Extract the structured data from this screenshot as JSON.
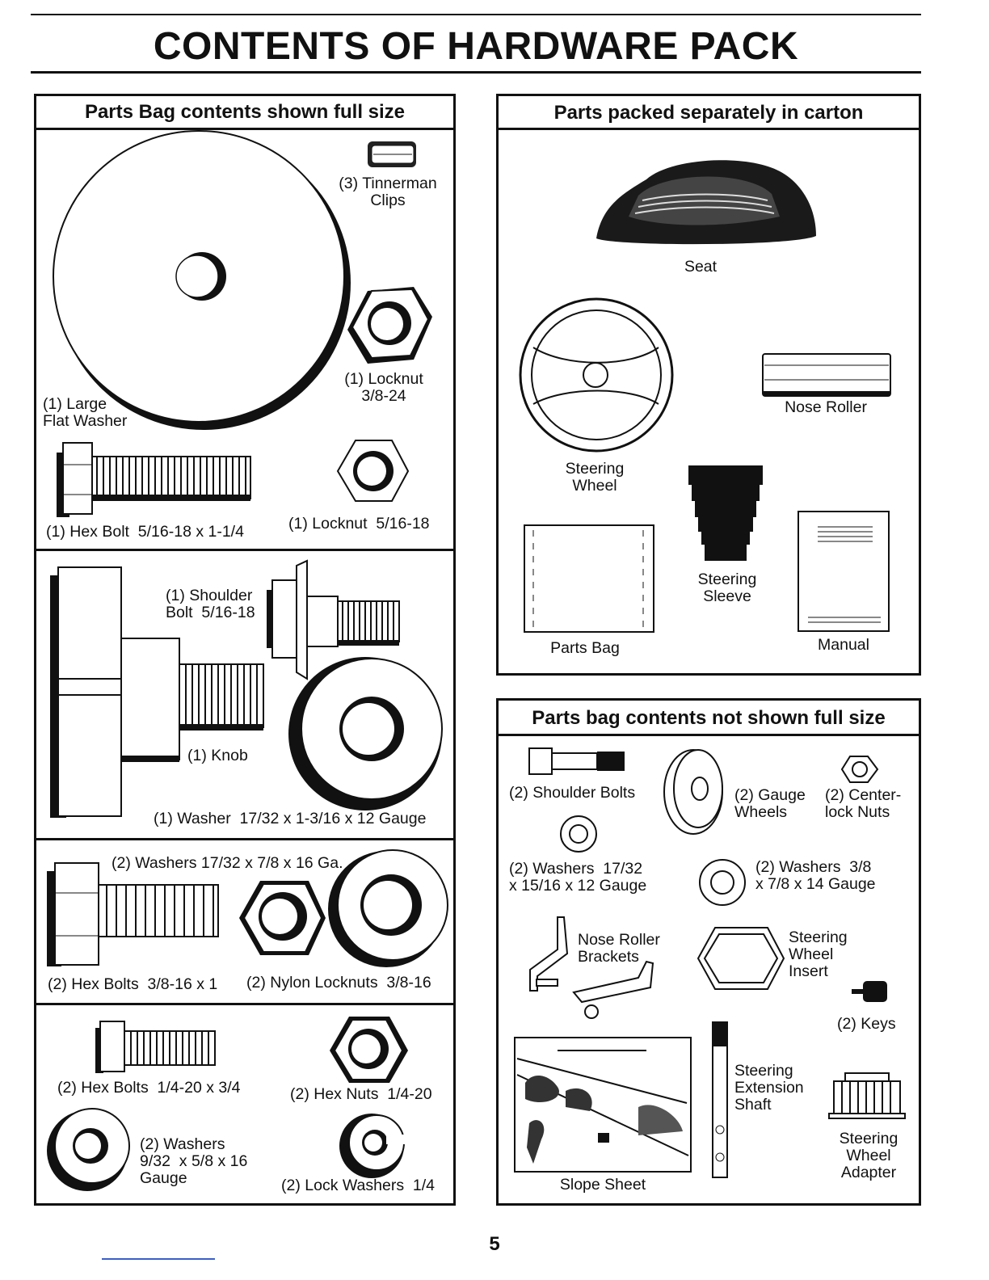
{
  "page_title": "CONTENTS OF HARDWARE PACK",
  "page_number": "5",
  "left_panel": {
    "header": "Parts Bag contents shown full size",
    "items": {
      "tinnerman": "(3) Tinnerman\nClips",
      "large_washer": "(1) Large\nFlat Washer",
      "locknut_38": "(1) Locknut\n3/8-24",
      "hex_bolt_516": "(1) Hex Bolt  5/16-18 x 1-1/4",
      "locknut_516": "(1) Locknut  5/16-18",
      "shoulder_bolt": "(1) Shoulder\nBolt  5/16-18",
      "knob": "(1) Knob",
      "washer_1732": "(1) Washer  17/32 x 1-3/16 x 12 Gauge",
      "washers_1732_78": "(2) Washers 17/32 x 7/8 x 16 Ga.",
      "hex_bolts_38": "(2) Hex Bolts  3/8-16 x 1",
      "nylon_locknuts": "(2) Nylon Locknuts  3/8-16",
      "hex_bolts_14": "(2) Hex Bolts  1/4-20 x 3/4",
      "hex_nuts_14": "(2) Hex Nuts  1/4-20",
      "washers_932": "(2) Washers\n9/32  x 5/8 x 16\nGauge",
      "lock_washers": "(2) Lock Washers  1/4"
    }
  },
  "carton_panel": {
    "header": "Parts packed separately in carton",
    "items": {
      "seat": "Seat",
      "steering_wheel": "Steering\nWheel",
      "nose_roller": "Nose Roller",
      "steering_sleeve": "Steering\nSleeve",
      "parts_bag": "Parts Bag",
      "manual": "Manual"
    }
  },
  "notfull_panel": {
    "header": "Parts bag contents not shown full size",
    "items": {
      "shoulder_bolts": "(2) Shoulder Bolts",
      "gauge_wheels": "(2) Gauge\nWheels",
      "centerlock_nuts": "(2) Center-\nlock Nuts",
      "washers_1732_1516": "(2) Washers  17/32\nx 15/16 x 12 Gauge",
      "washers_38_78": "(2) Washers  3/8\nx 7/8 x 14 Gauge",
      "nose_roller_brackets": "Nose Roller\nBrackets",
      "steering_wheel_insert": "Steering\nWheel\nInsert",
      "keys": "(2) Keys",
      "steering_extension_shaft": "Steering\nExtension\nShaft",
      "steering_wheel_adapter": "Steering\nWheel\nAdapter",
      "slope_sheet": "Slope Sheet"
    }
  }
}
